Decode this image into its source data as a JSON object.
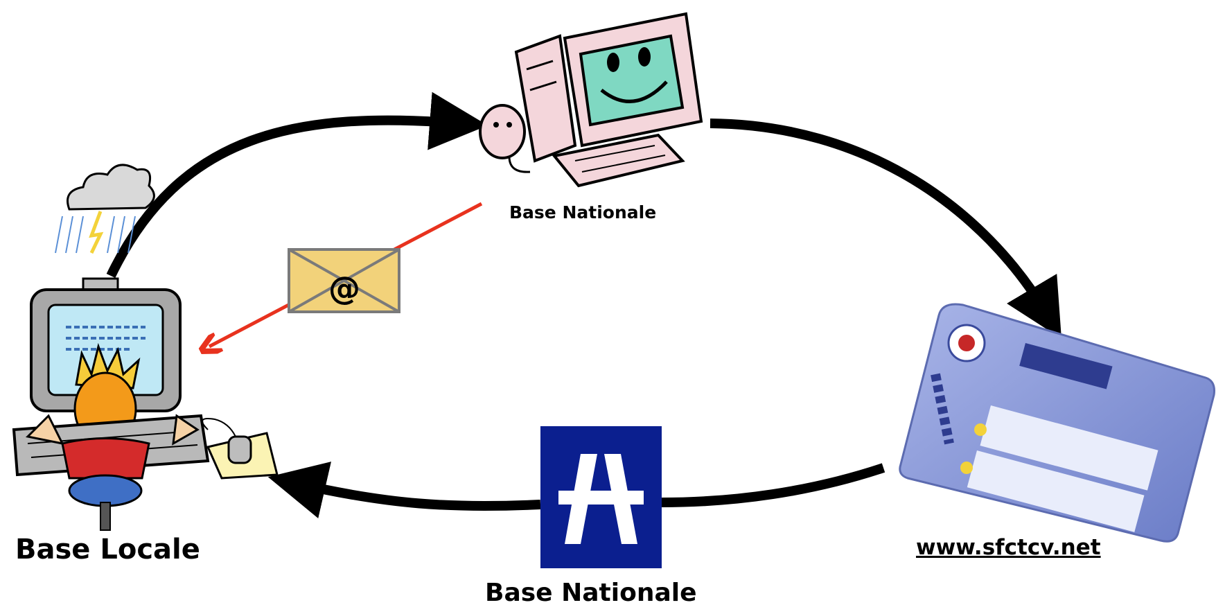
{
  "nodes": {
    "base_nationale_top": {
      "label": "Base Nationale"
    },
    "base_locale": {
      "label": "Base Locale"
    },
    "base_nationale_bottom": {
      "label": "Base Nationale"
    },
    "website": {
      "label": "www.sfctcv.net"
    }
  },
  "email": {
    "symbol": "@"
  },
  "colors": {
    "flow_arrow": "#000000",
    "email_arrow": "#e8321e",
    "logo_background": "#0b1f8f",
    "website_card": "#8796d4",
    "envelope": "#f2d27a"
  },
  "icons": {
    "top": "smiling-computer-icon",
    "local": "person-at-computer-icon",
    "bottom": "autoroute-logo-icon",
    "website": "website-screenshot-icon",
    "email": "email-envelope-icon",
    "weather": "storm-cloud-icon"
  }
}
